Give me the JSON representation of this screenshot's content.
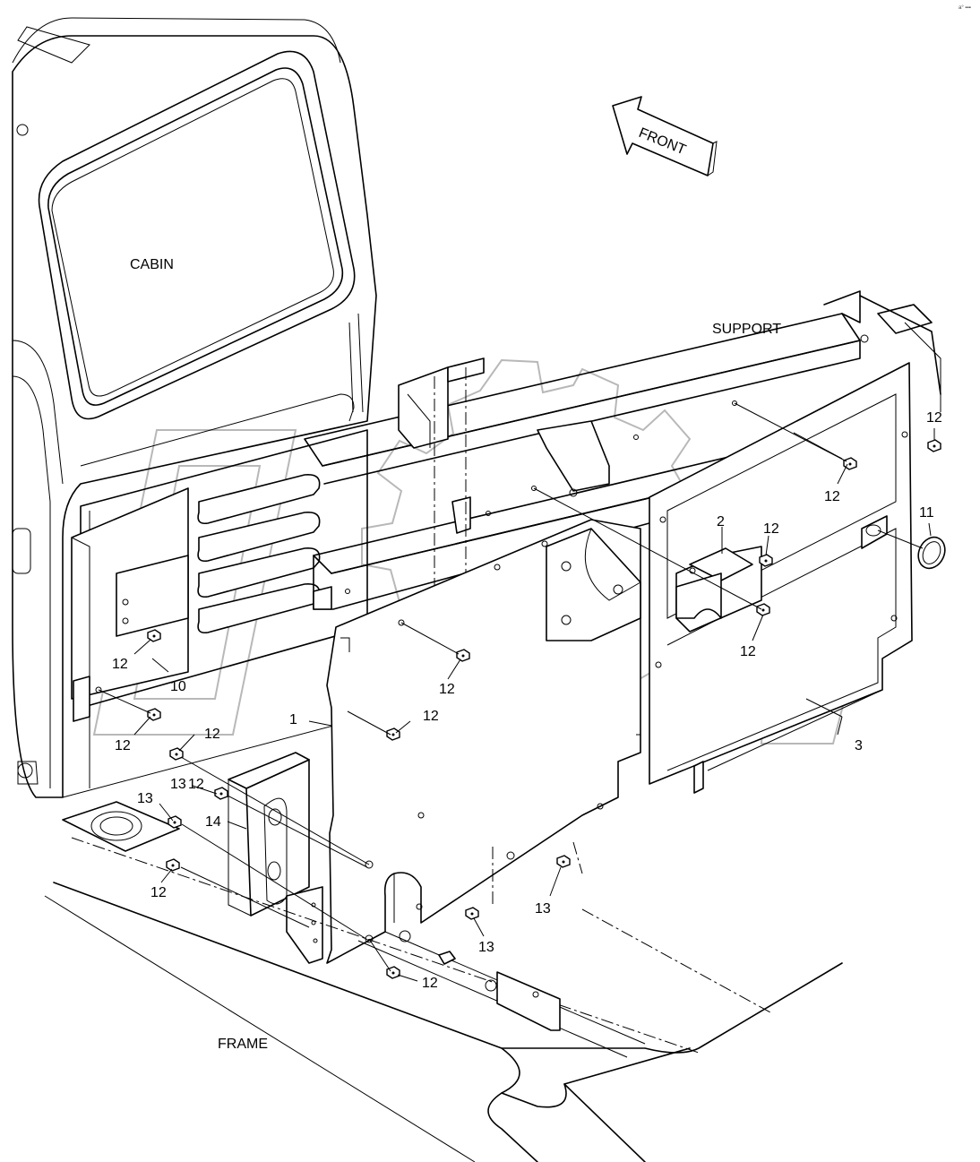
{
  "labels": {
    "cabin": "CABIN",
    "support": "SUPPORT",
    "frame": "FRAME",
    "front": "FRONT"
  },
  "callouts": [
    {
      "id": "c12a",
      "text": "12"
    },
    {
      "id": "c12b",
      "text": "12"
    },
    {
      "id": "c11",
      "text": "11"
    },
    {
      "id": "c2",
      "text": "2"
    },
    {
      "id": "c12c",
      "text": "12"
    },
    {
      "id": "c12d",
      "text": "12"
    },
    {
      "id": "c12e",
      "text": "12"
    },
    {
      "id": "c12f",
      "text": "12"
    },
    {
      "id": "c10",
      "text": "10"
    },
    {
      "id": "c12g",
      "text": "12"
    },
    {
      "id": "c1",
      "text": "1"
    },
    {
      "id": "c12h",
      "text": "12"
    },
    {
      "id": "c12i",
      "text": "12"
    },
    {
      "id": "c3",
      "text": "3"
    },
    {
      "id": "c12j",
      "text": "12"
    },
    {
      "id": "c13a",
      "text": "13"
    },
    {
      "id": "c13b",
      "text": "13"
    },
    {
      "id": "c14",
      "text": "14"
    },
    {
      "id": "c12k",
      "text": "12"
    },
    {
      "id": "c13c",
      "text": "13"
    },
    {
      "id": "c13d",
      "text": "13"
    },
    {
      "id": "c12l",
      "text": "12"
    }
  ],
  "corner_mark": "a° ▪▪▪"
}
